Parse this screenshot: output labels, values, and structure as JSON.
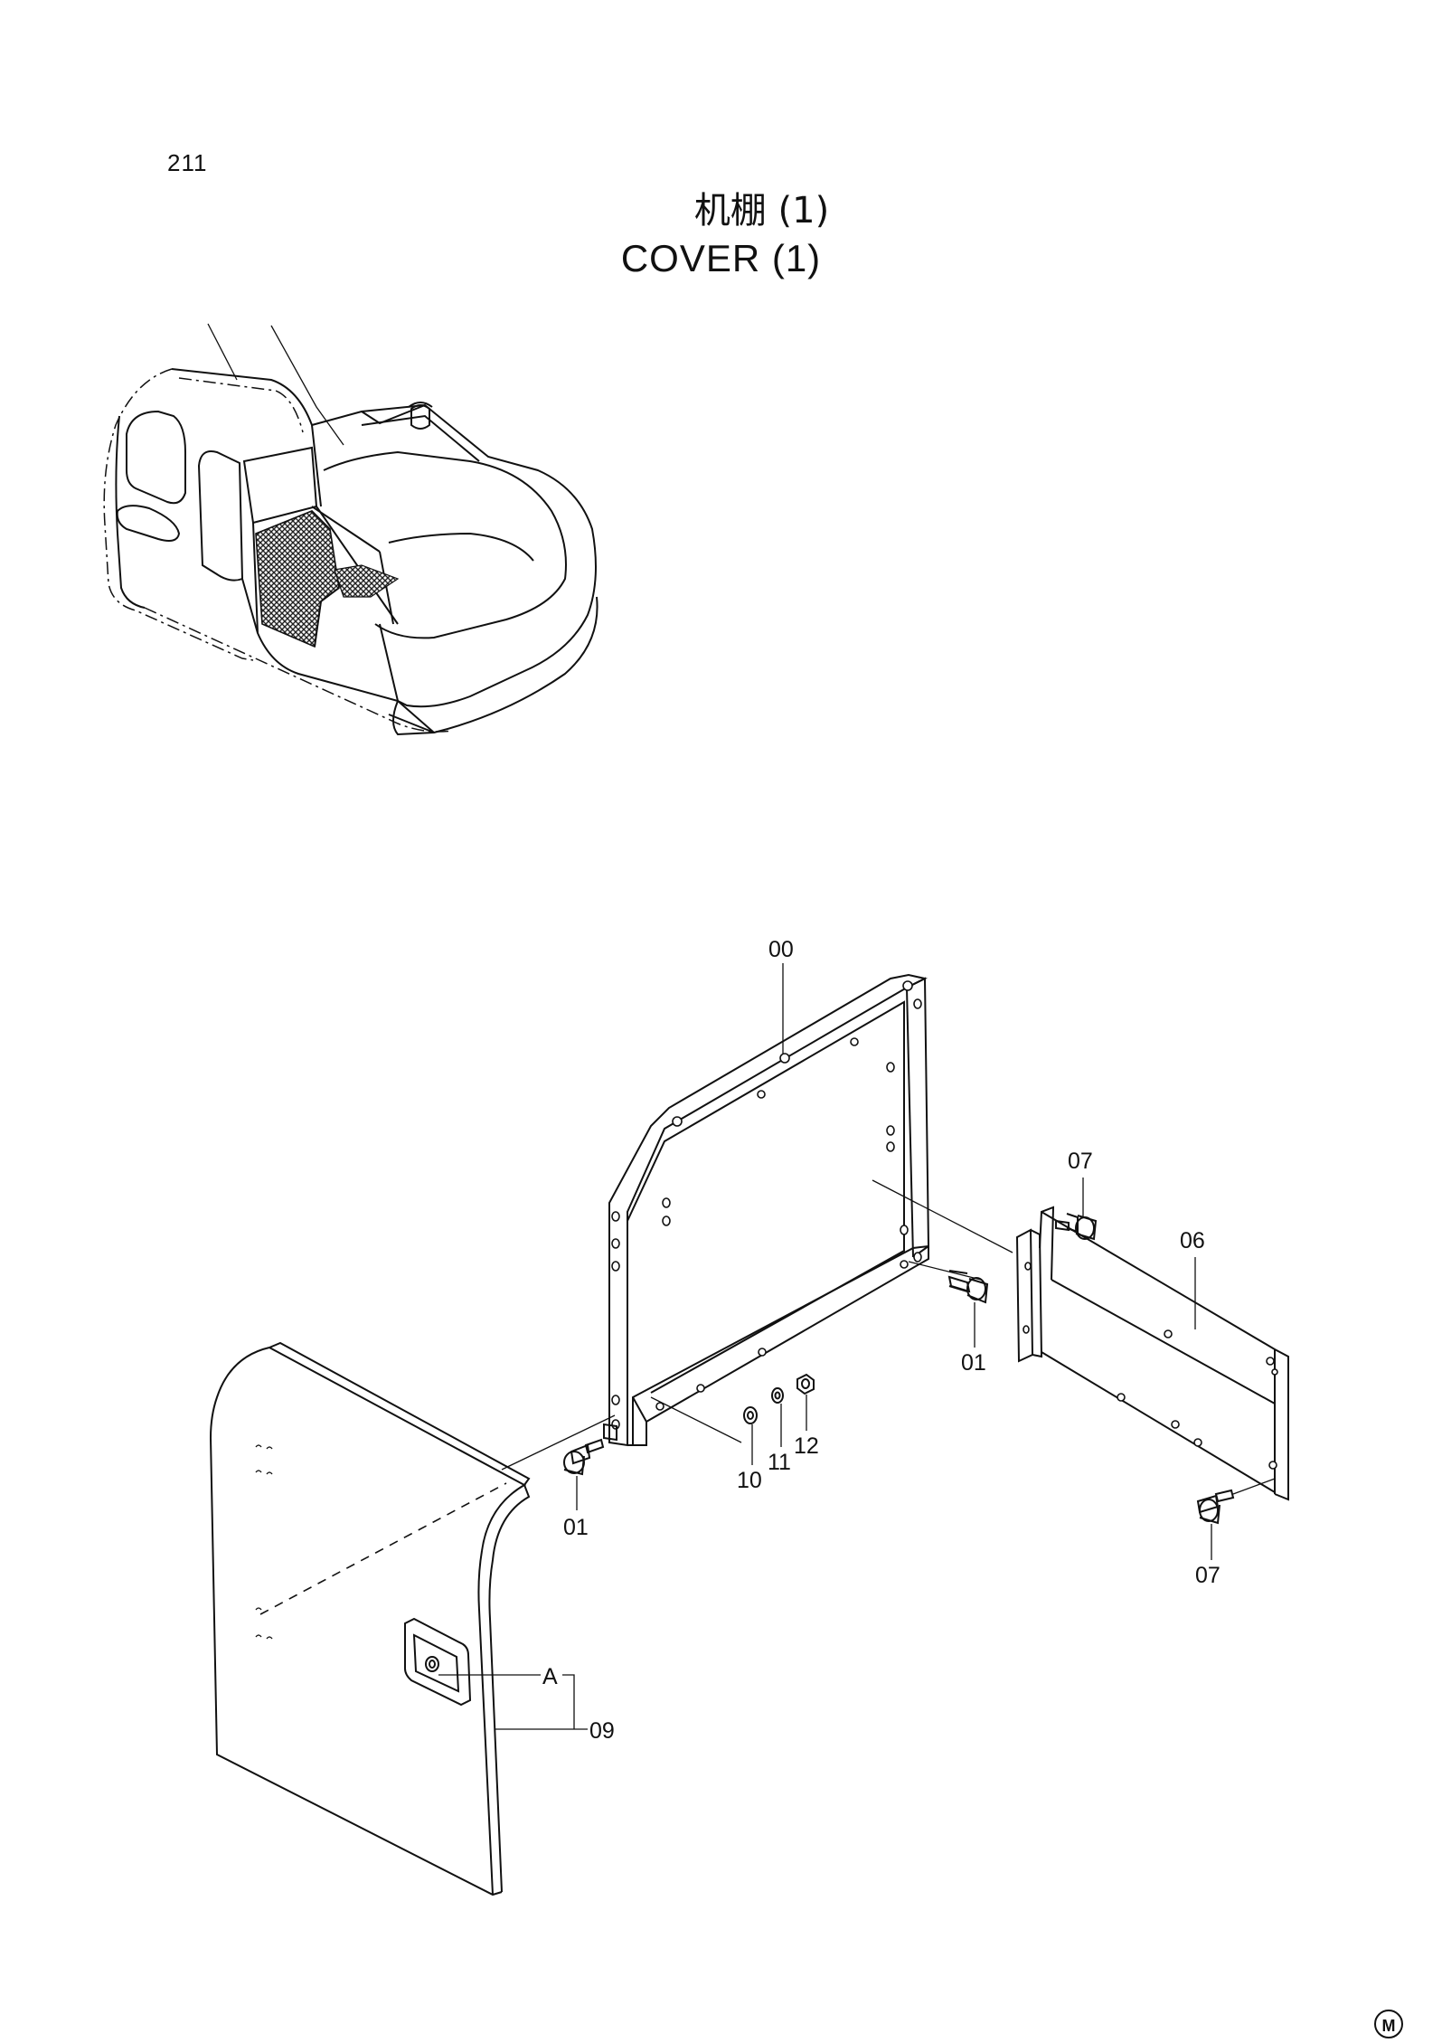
{
  "page_number": "211",
  "title_cn": "机棚 (1)",
  "title_en": "COVER (1)",
  "callouts": {
    "c00": "00",
    "c01_right": "01",
    "c01_left": "01",
    "c06": "06",
    "c07_top": "07",
    "c07_bottom": "07",
    "c09": "09",
    "c10": "10",
    "c11": "11",
    "c12": "12",
    "cA": "A"
  },
  "mark": "M"
}
